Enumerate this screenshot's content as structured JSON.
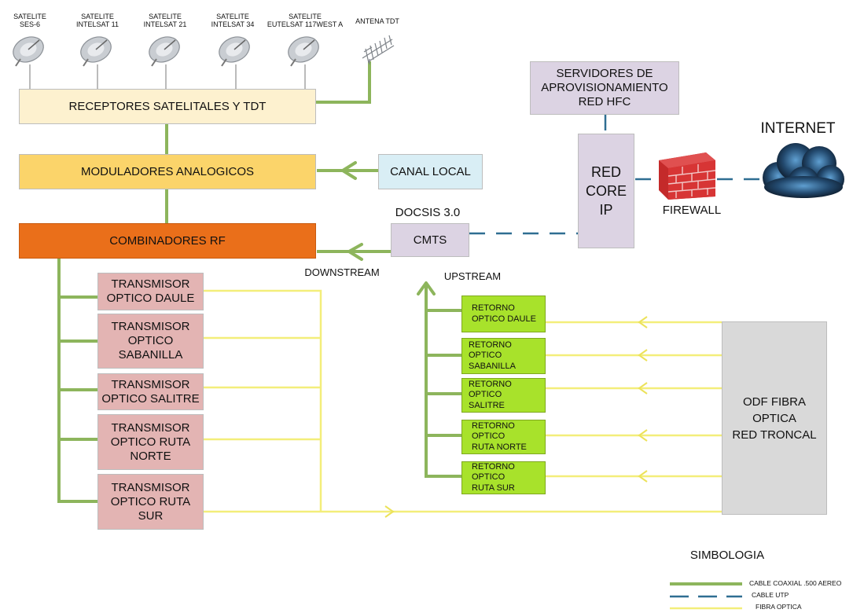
{
  "satellites": [
    {
      "line1": "SATELITE",
      "line2": "SES-6"
    },
    {
      "line1": "SATELITE",
      "line2": "INTELSAT 11"
    },
    {
      "line1": "SATELITE",
      "line2": "INTELSAT 21"
    },
    {
      "line1": "SATELITE",
      "line2": "INTELSAT 34"
    },
    {
      "line1": "SATELITE",
      "line2": "EUTELSAT 117WEST A"
    }
  ],
  "antenna_label": "ANTENA TDT",
  "receivers": "RECEPTORES SATELITALES Y TDT",
  "modulators": "MODULADORES ANALOGICOS",
  "local_channel": "CANAL LOCAL",
  "combiners": "COMBINADORES RF",
  "docsis": "DOCSIS 3.0",
  "cmts": "CMTS",
  "downstream": "DOWNSTREAM",
  "upstream": "UPSTREAM",
  "provisioning": {
    "line1": "SERVIDORES DE",
    "line2": "APROVISIONAMIENTO",
    "line3": "RED HFC"
  },
  "core": {
    "line1": "RED",
    "line2": "CORE",
    "line3": "IP"
  },
  "firewall": "FIREWALL",
  "internet": "INTERNET",
  "transmitters": [
    {
      "l1": "TRANSMISOR",
      "l2": "OPTICO DAULE",
      "l3": ""
    },
    {
      "l1": "TRANSMISOR",
      "l2": "OPTICO",
      "l3": "SABANILLA"
    },
    {
      "l1": "TRANSMISOR",
      "l2": "OPTICO SALITRE",
      "l3": ""
    },
    {
      "l1": "TRANSMISOR",
      "l2": "OPTICO RUTA",
      "l3": "NORTE"
    },
    {
      "l1": "TRANSMISOR",
      "l2": "OPTICO RUTA",
      "l3": "SUR"
    }
  ],
  "returns": [
    {
      "l1": "RETORNO",
      "l2": "OPTICO DAULE"
    },
    {
      "l1": "RETORNO OPTICO",
      "l2": "SABANILLA"
    },
    {
      "l1": "RETORNO OPTICO",
      "l2": "SALITRE"
    },
    {
      "l1": "RETORNO OPTICO",
      "l2": "RUTA NORTE"
    },
    {
      "l1": "RETORNO OPTICO",
      "l2": "RUTA SUR"
    }
  ],
  "odf": {
    "line1": "ODF FIBRA",
    "line2": "OPTICA",
    "line3": "RED TRONCAL"
  },
  "legend": {
    "title": "SIMBOLOGIA",
    "coax": "CABLE COAXIAL .500 AEREO",
    "utp": "CABLE UTP",
    "fiber": "FIBRA OPTICA"
  },
  "colors": {
    "coax": "#8db55c",
    "utp": "#2f6e92",
    "fiber": "#f3ee7a",
    "receivers_bg": "#fdf1cf",
    "modulators_bg": "#fbd46a",
    "combiners_bg": "#ea6f1a",
    "local_channel_bg": "#d9eef5",
    "core_bg": "#dcd3e3",
    "transmitter_bg": "#e3b4b3",
    "return_bg": "#a8e22b",
    "odf_bg": "#d9d9d9"
  }
}
